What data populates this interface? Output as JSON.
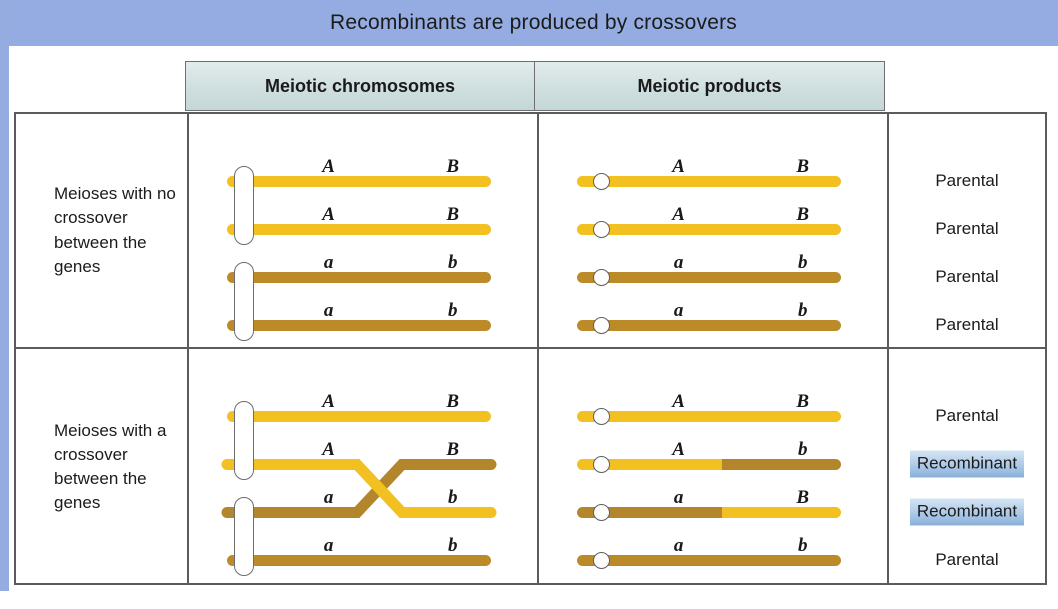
{
  "title": "Recombinants are produced by crossovers",
  "colors": {
    "banner": "#94ace2",
    "header_bg": "#cfdfdf",
    "chromatid_yellow": "#f2c020",
    "chromatid_brown": "#bd8a29",
    "recombinant_badge": "#9dbfe2",
    "border": "#5b5b5b"
  },
  "headers": {
    "meiotic_chromosomes": "Meiotic chromosomes",
    "meiotic_products": "Meiotic products"
  },
  "rows": [
    {
      "description": "Meioses with no crossover between the genes",
      "crossover": false,
      "chromosomes": [
        {
          "left_allele": "A",
          "right_allele": "B",
          "color": "yellow"
        },
        {
          "left_allele": "A",
          "right_allele": "B",
          "color": "yellow"
        },
        {
          "left_allele": "a",
          "right_allele": "b",
          "color": "brown"
        },
        {
          "left_allele": "a",
          "right_allele": "b",
          "color": "brown"
        }
      ],
      "products": [
        {
          "left_allele": "A",
          "right_allele": "B",
          "color": "yellow",
          "outcome": "Parental",
          "recombinant": false
        },
        {
          "left_allele": "A",
          "right_allele": "B",
          "color": "yellow",
          "outcome": "Parental",
          "recombinant": false
        },
        {
          "left_allele": "a",
          "right_allele": "b",
          "color": "brown",
          "outcome": "Parental",
          "recombinant": false
        },
        {
          "left_allele": "a",
          "right_allele": "b",
          "color": "brown",
          "outcome": "Parental",
          "recombinant": false
        }
      ]
    },
    {
      "description": "Meioses with a crossover between the genes",
      "crossover": true,
      "chromosomes": [
        {
          "left_allele": "A",
          "right_allele": "B",
          "color": "yellow"
        },
        {
          "left_allele": "A",
          "right_allele": "B",
          "color": "yellow"
        },
        {
          "left_allele": "a",
          "right_allele": "b",
          "color": "brown"
        },
        {
          "left_allele": "a",
          "right_allele": "b",
          "color": "brown"
        }
      ],
      "products": [
        {
          "left_allele": "A",
          "right_allele": "B",
          "color": "yellow",
          "outcome": "Parental",
          "recombinant": false
        },
        {
          "left_allele": "A",
          "right_allele": "b",
          "color": "split-ab",
          "outcome": "Recombinant",
          "recombinant": true
        },
        {
          "left_allele": "a",
          "right_allele": "B",
          "color": "split-ba",
          "outcome": "Recombinant",
          "recombinant": true
        },
        {
          "left_allele": "a",
          "right_allele": "b",
          "color": "brown",
          "outcome": "Parental",
          "recombinant": false
        }
      ]
    }
  ]
}
